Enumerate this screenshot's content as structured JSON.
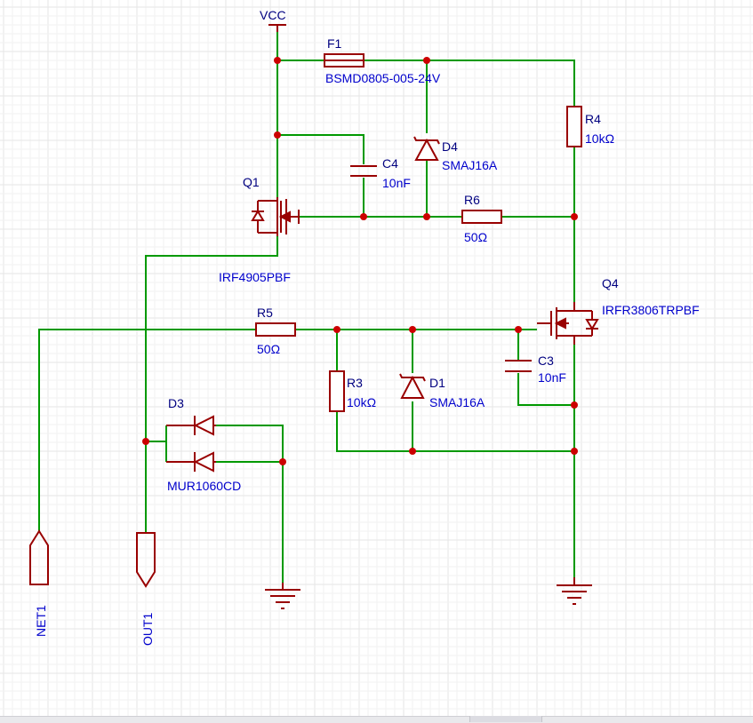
{
  "power": {
    "vcc": "VCC"
  },
  "components": {
    "f1": {
      "ref": "F1",
      "value": "BSMD0805-005-24V"
    },
    "r4": {
      "ref": "R4",
      "value": "10kΩ"
    },
    "d4": {
      "ref": "D4",
      "value": "SMAJ16A"
    },
    "c4": {
      "ref": "C4",
      "value": "10nF"
    },
    "q1": {
      "ref": "Q1",
      "value": "IRF4905PBF"
    },
    "r6": {
      "ref": "R6",
      "value": "50Ω"
    },
    "q4": {
      "ref": "Q4",
      "value": "IRFR3806TRPBF"
    },
    "r5": {
      "ref": "R5",
      "value": "50Ω"
    },
    "c3": {
      "ref": "C3",
      "value": "10nF"
    },
    "r3": {
      "ref": "R3",
      "value": "10kΩ"
    },
    "d1": {
      "ref": "D1",
      "value": "SMAJ16A"
    },
    "d3": {
      "ref": "D3",
      "value": "MUR1060CD"
    }
  },
  "nets": {
    "net1": "NET1",
    "out1": "OUT1"
  },
  "colors": {
    "wire": "#009900",
    "component": "#990000",
    "junction": "#cc0000",
    "designator": "#000080",
    "value": "#0000cc",
    "grid": "#e6e6e6"
  }
}
